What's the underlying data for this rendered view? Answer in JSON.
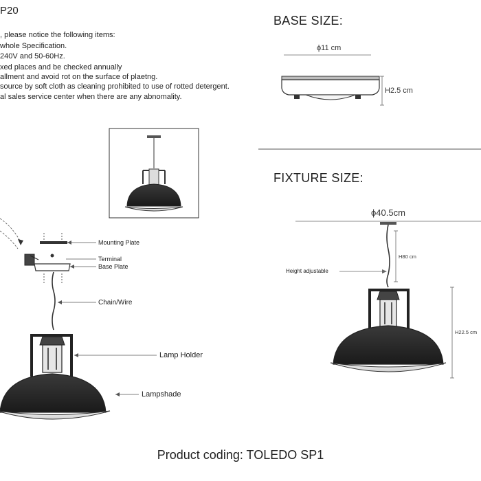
{
  "header": {
    "code": "P20"
  },
  "notes": [
    ", please notice the following items:",
    "whole Specification.",
    "240V and 50-60Hz.",
    "xed places and be checked annually",
    "allment and avoid rot on the surface of plaetng.",
    "source by soft cloth as cleaning prohibited to use of rotted detergent.",
    "al sales service center when there are any abnomality."
  ],
  "base": {
    "heading": "BASE SIZE:",
    "diameter": "ϕ11 cm",
    "height": "H2.5 cm"
  },
  "fixture": {
    "heading": "FIXTURE SIZE:",
    "diameter": "ϕ40.5cm",
    "chain_height": "H80 cm",
    "height_label": "Height adjustable",
    "body_height": "H22.5 cm"
  },
  "parts": {
    "mounting_plate": "Mounting Plate",
    "terminal": "Terminal",
    "base_plate": "Base Plate",
    "chain_wire": "Chain/Wire",
    "lamp_holder": "Lamp Holder",
    "lampshade": "Lampshade"
  },
  "footer": {
    "product_coding": "Product coding: TOLEDO SP1"
  }
}
